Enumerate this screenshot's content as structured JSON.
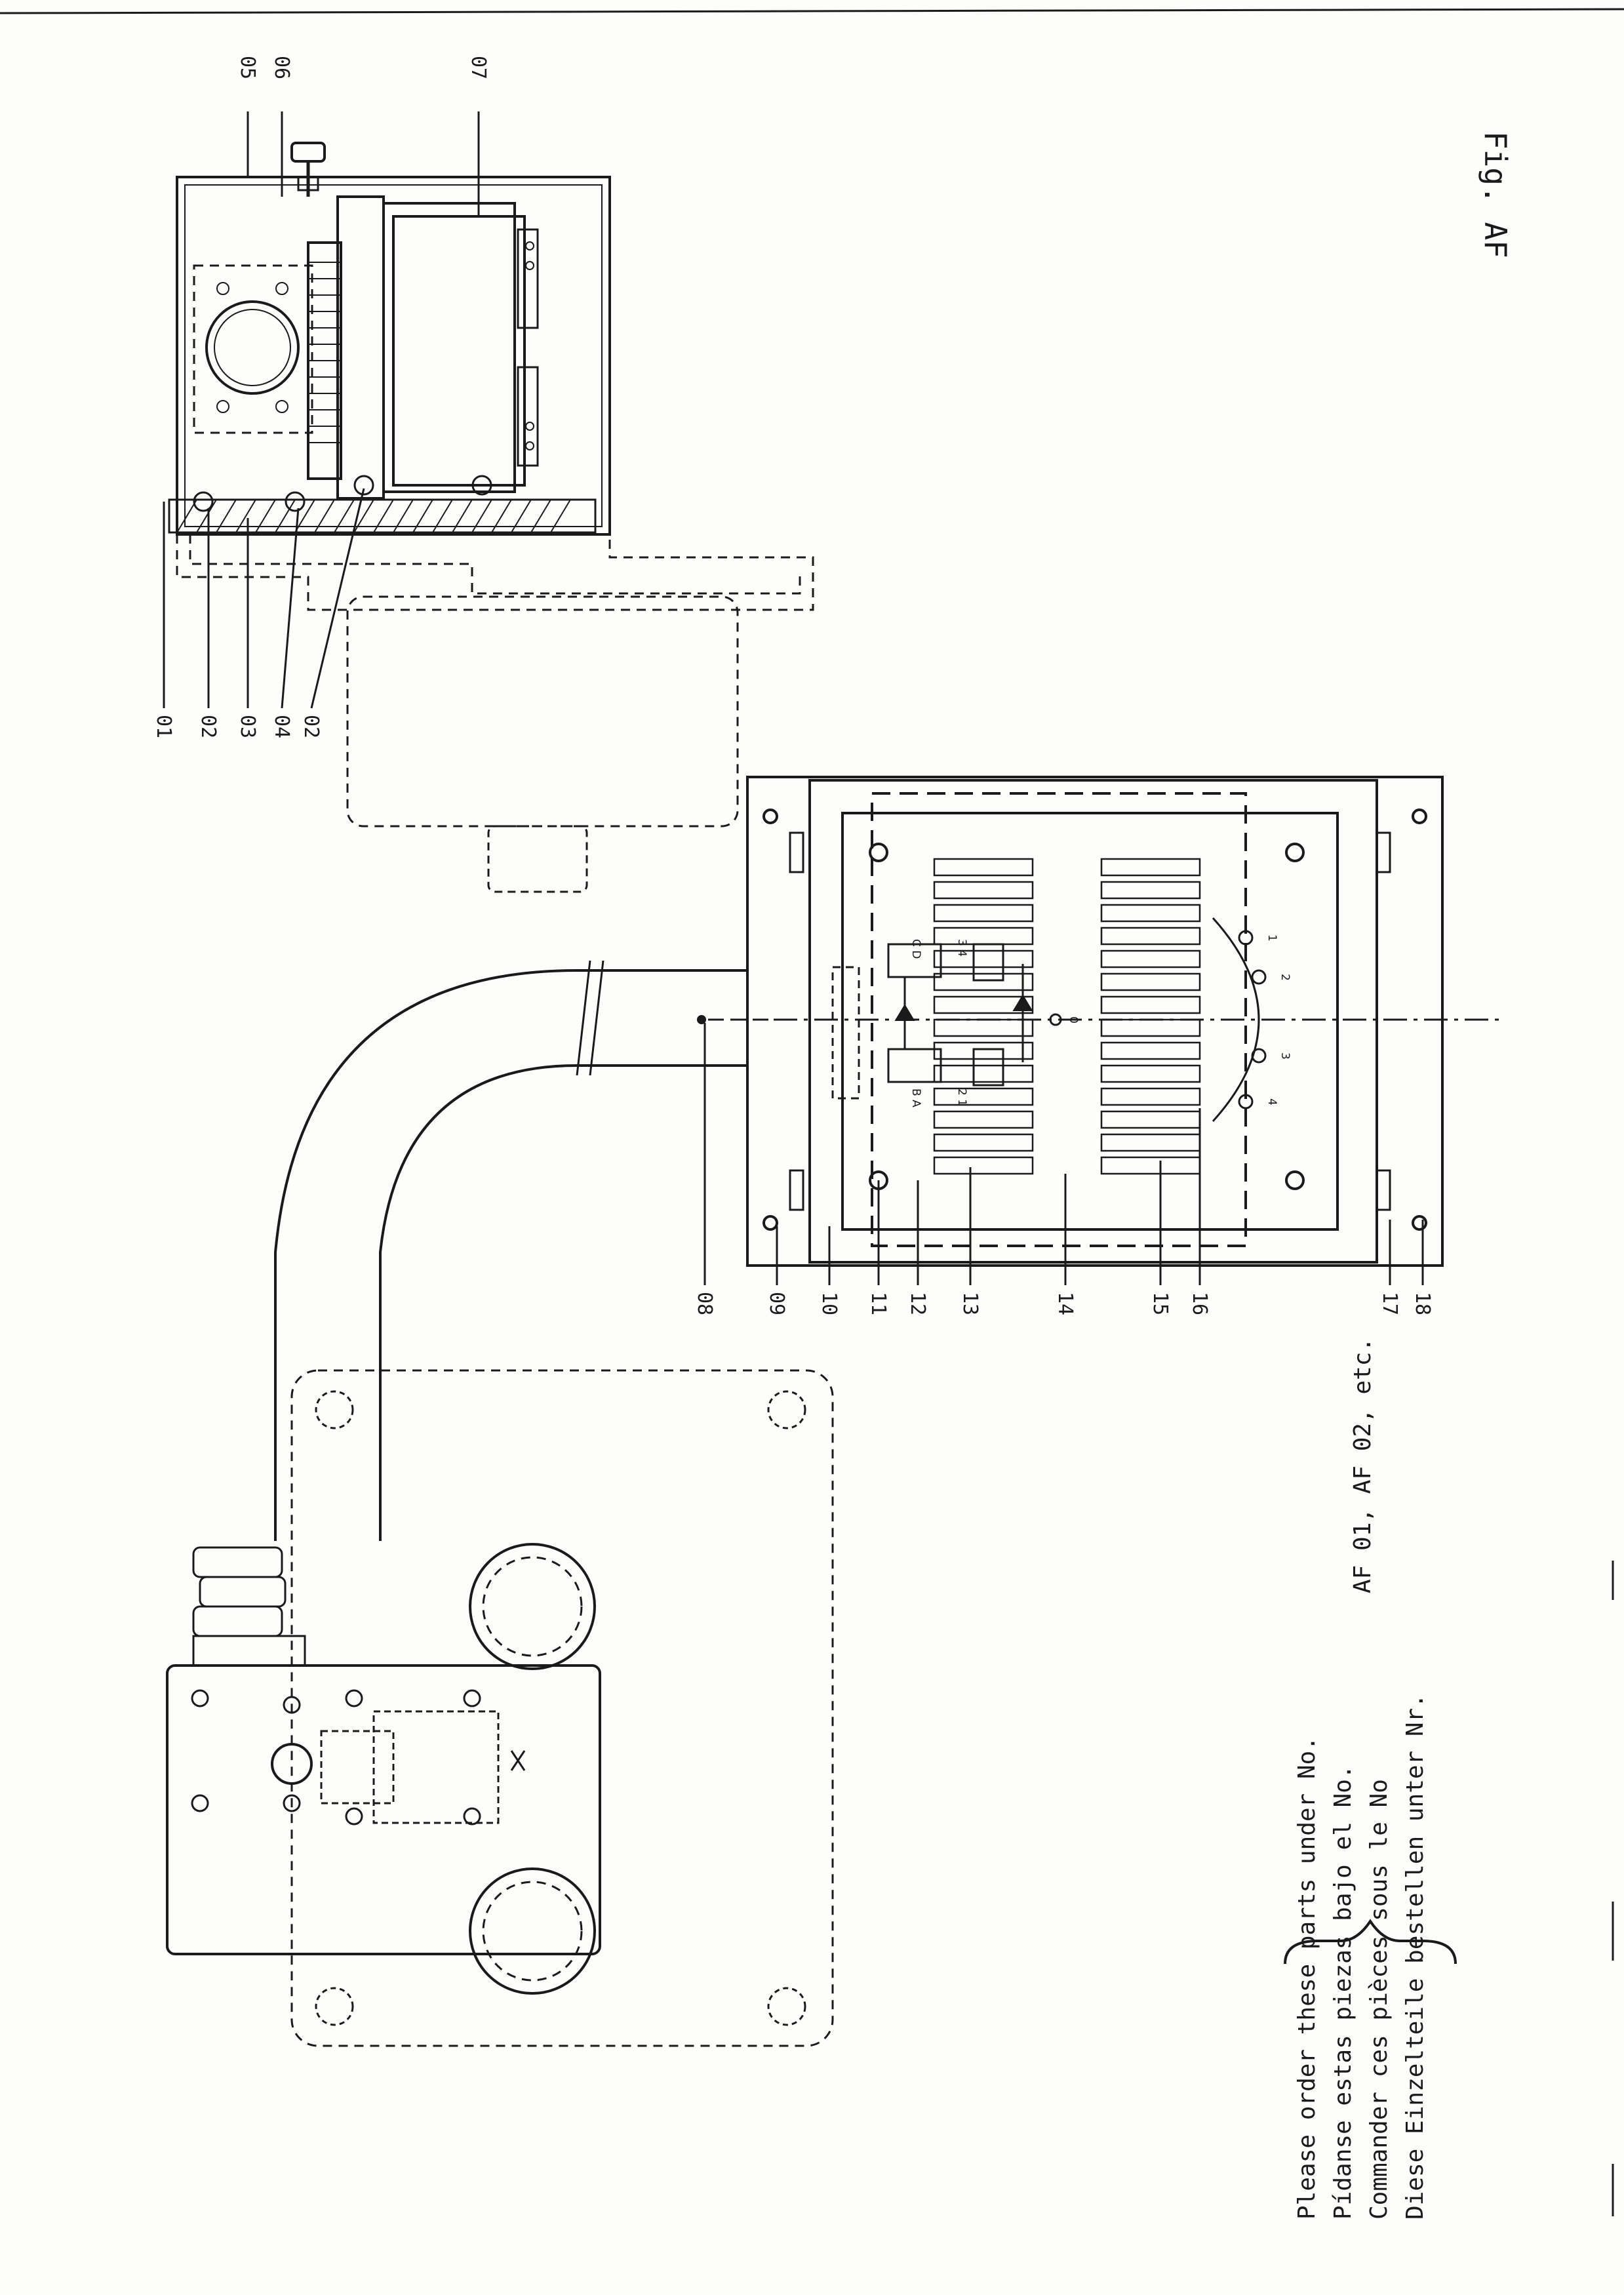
{
  "figure_label": "Fig. AF",
  "order_note": {
    "lines": [
      "Please order these parts under No.",
      "Pídanse estas piezas bajo el No.",
      "Commander ces pièces sous le No",
      "Diese Einzelteile bestellen unter Nr."
    ],
    "part_code_example": "AF 01, AF 02, etc."
  },
  "callouts": {
    "c01": "01",
    "c02a": "02",
    "c03": "03",
    "c04": "04",
    "c02b": "02",
    "c05": "05",
    "c06": "06",
    "c07": "07",
    "c08": "08",
    "c09": "09",
    "c10": "10",
    "c11": "11",
    "c12": "12",
    "c13": "13",
    "c14": "14",
    "c15": "15",
    "c16": "16",
    "c17": "17",
    "c18": "18"
  },
  "panel_marks": {
    "top_cd": "C D",
    "top_34": "3 4",
    "top_ba": "B A",
    "top_21": "2 1",
    "mid_arrow_label": "0",
    "lamp_1": "1",
    "lamp_2": "2",
    "lamp_3": "3",
    "lamp_4": "4"
  }
}
